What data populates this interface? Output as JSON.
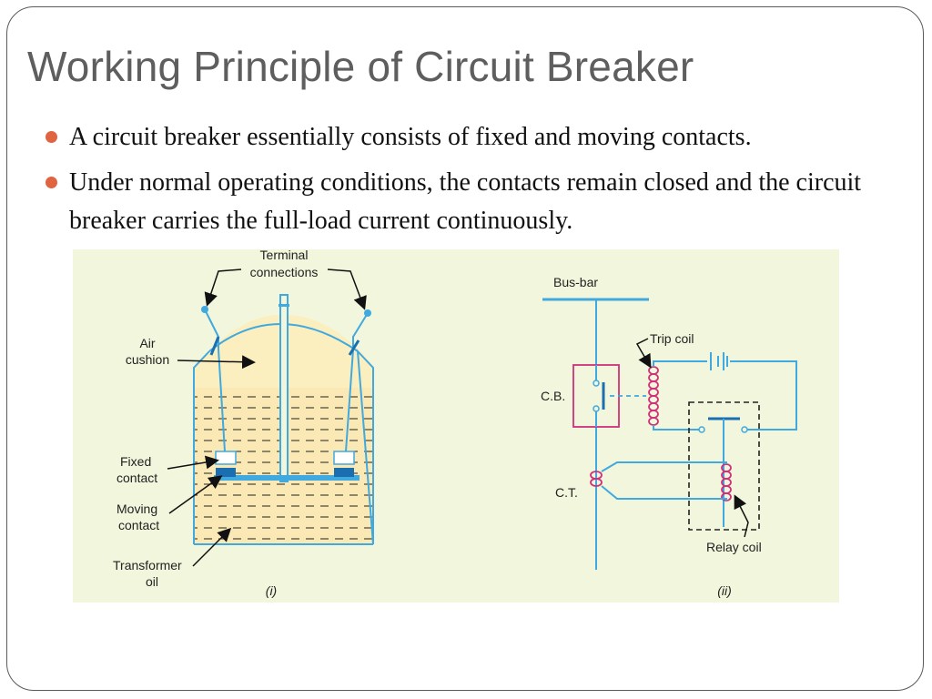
{
  "slide": {
    "title": "Working Principle of Circuit Breaker",
    "bullets": [
      "A circuit breaker essentially consists of fixed and moving contacts.",
      "Under normal operating conditions, the contacts remain closed and the circuit breaker carries the full-load current continuously."
    ],
    "bullet_color": "#e0643f"
  },
  "figure_i": {
    "terminal_line1": "Terminal",
    "terminal_line2": "connections",
    "air_line1": "Air",
    "air_line2": "cushion",
    "fixed_line1": "Fixed",
    "fixed_line2": "contact",
    "moving_line1": "Moving",
    "moving_line2": "contact",
    "transformer_line1": "Transformer",
    "transformer_line2": "oil",
    "caption": "(i)"
  },
  "figure_ii": {
    "busbar": "Bus-bar",
    "trip_coil": "Trip coil",
    "cb": "C.B.",
    "ct": "C.T.",
    "relay_coil": "Relay coil",
    "caption": "(ii)"
  },
  "colors": {
    "wire": "#3fa9e0",
    "coil": "#d0307a",
    "oil_fill": "#fbe9b5",
    "panel_bg": "#f1f6dc"
  }
}
